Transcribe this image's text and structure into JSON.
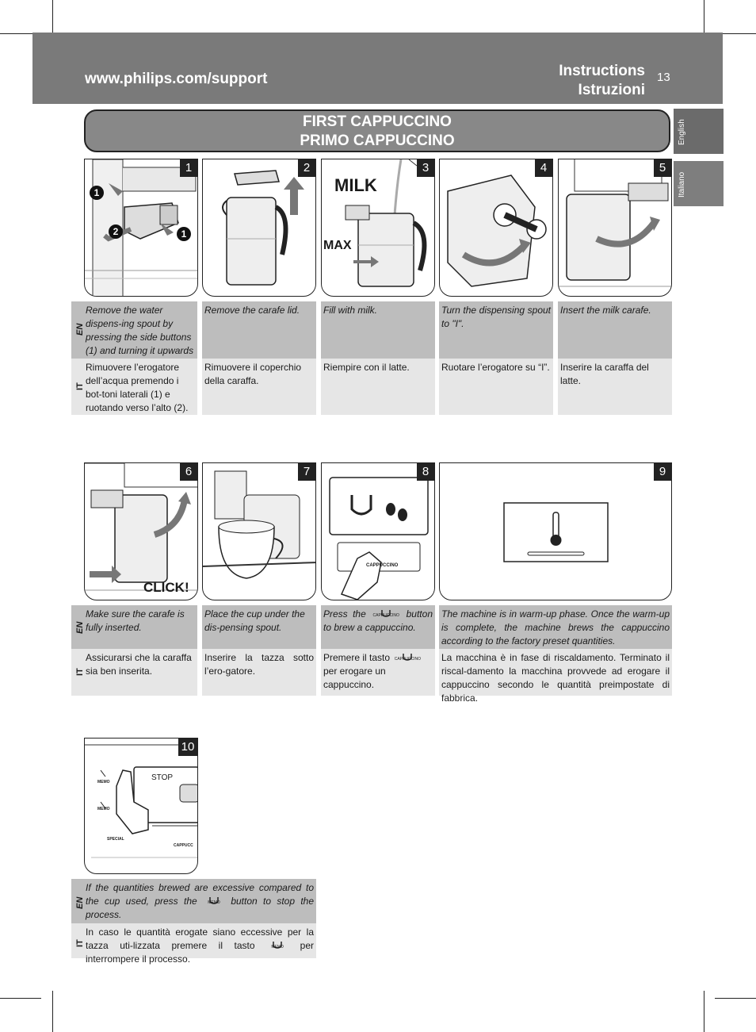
{
  "header": {
    "url": "www.philips.com/support",
    "title_en": "Instructions",
    "title_it": "Istruzioni",
    "page_number": "13"
  },
  "tabs": {
    "english": "English",
    "italiano": "Italiano"
  },
  "banner": {
    "line1": "FIRST CAPPUCCINO",
    "line2": "PRIMO CAPPUCCINO"
  },
  "labels": {
    "en": "EN",
    "it": "IT"
  },
  "steps": [
    {
      "n": "1",
      "callout_a": "1",
      "callout_b": "2",
      "callout_c": "1",
      "en": "Remove the water dispens-ing spout by pressing the side buttons (1) and turning it upwards (2).",
      "it": "Rimuovere l’erogatore dell’acqua premendo i bot-toni laterali (1) e ruotando verso l’alto (2)."
    },
    {
      "n": "2",
      "en": "Remove the carafe lid.",
      "it": "Rimuovere il coperchio della caraffa."
    },
    {
      "n": "3",
      "milk": "MILK",
      "max": "MAX",
      "en": "Fill with milk.",
      "it": "Riempire con il latte."
    },
    {
      "n": "4",
      "en": "Turn the dispensing spout to \"I\".",
      "it": "Ruotare l’erogatore su “I”."
    },
    {
      "n": "5",
      "en": "Insert the milk carafe.",
      "it": "Inserire la caraffa del latte."
    },
    {
      "n": "6",
      "click": "CLICK!",
      "en": "Make sure the carafe is fully inserted.",
      "it": "Assicurarsi che la caraffa sia ben inserita."
    },
    {
      "n": "7",
      "en": "Place the cup under the dis-pensing spout.",
      "it": "Inserire la tazza sotto l’ero-gatore."
    },
    {
      "n": "8",
      "btn": "CAPPUCCINO",
      "en_a": "Press the",
      "en_b": "button to brew a cappuccino.",
      "it_a": "Premere il tasto",
      "it_b": "per erogare un cappuccino.",
      "icon_label": "CAPPUCCINO"
    },
    {
      "n": "9",
      "en": "The machine is in warm-up phase. Once the warm-up is complete, the machine brews the cappuccino according to the factory preset quantities.",
      "it": "La macchina è in fase di riscaldamento. Terminato il riscal-damento la macchina provvede ad erogare il cappuccino secondo le quantità preimpostate di fabbrica."
    },
    {
      "n": "10",
      "stop": "STOP",
      "memo": "MEMO",
      "special": "SPECIAL",
      "cappucc": "CAPPUCC",
      "en_a": "If the quantities brewed are excessive compared to the cup used, press the",
      "en_b": "button to stop the process.",
      "it_a": "In caso le quantità erogate siano eccessive per la tazza uti-lizzata premere il tasto",
      "it_b": "per interrompere il processo.",
      "icon_label": "MEMO"
    }
  ]
}
